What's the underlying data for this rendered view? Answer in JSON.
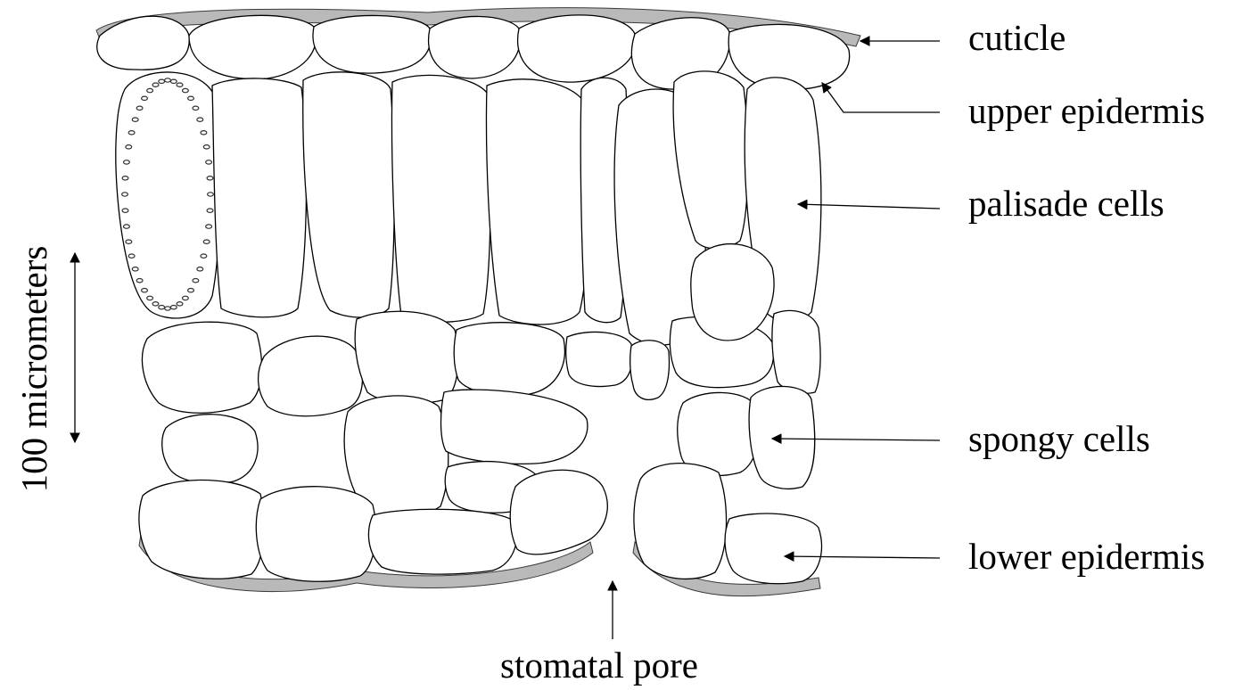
{
  "labels": {
    "cuticle": "cuticle",
    "upper_epidermis": "upper epidermis",
    "palisade_cells": "palisade cells",
    "spongy_cells": "spongy cells",
    "lower_epidermis": "lower epidermis",
    "stomatal_pore": "stomatal pore",
    "scale_bar": "100 micrometers"
  }
}
